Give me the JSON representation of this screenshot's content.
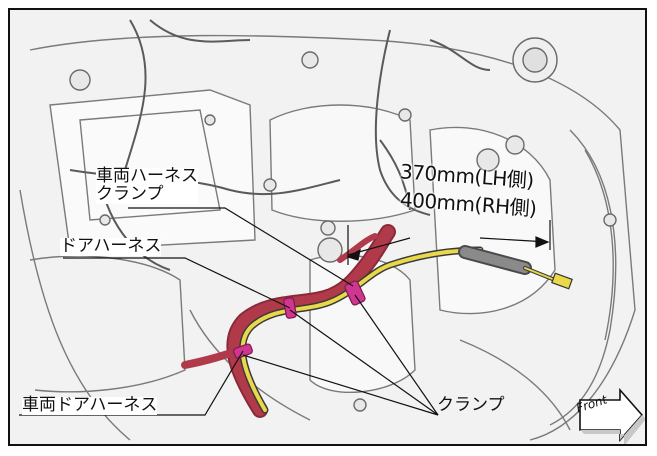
{
  "labels": {
    "vehicle_harness_clamp_line1": "車両ハーネス",
    "vehicle_harness_clamp_line2": "クランプ",
    "door_harness": "ドアハーネス",
    "vehicle_door_harness": "車両ドアハーネス",
    "clamp": "クランプ",
    "length_lh": "370mm(LH側)",
    "length_rh": "400mm(RH側)",
    "front_arrow": "Front"
  },
  "colors": {
    "harness_red": "#b03a4a",
    "harness_yellow": "#e8d84a",
    "clamp_magenta": "#d0368f",
    "line_art": "#6a6a6a",
    "panel_bg": "#f4f4f4"
  }
}
